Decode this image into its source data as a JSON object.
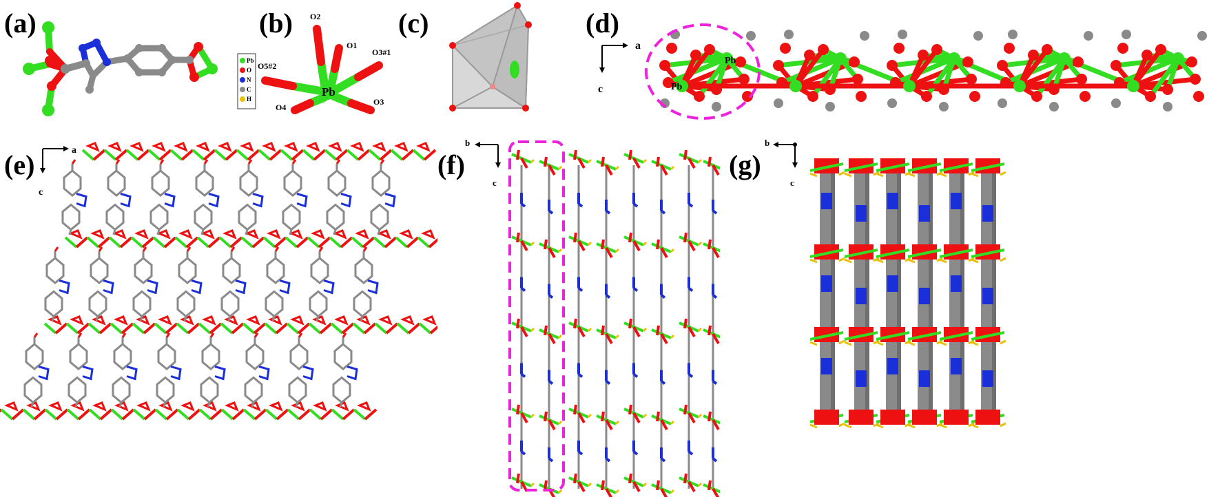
{
  "labels": {
    "a": "(a)",
    "b": "(b)",
    "c": "(c)",
    "d": "(d)",
    "e": "(e)",
    "f": "(f)",
    "g": "(g)"
  },
  "legend": [
    "Pb",
    "O",
    "N",
    "C",
    "H"
  ],
  "atoms_b": {
    "center": "Pb",
    "o2": "O2",
    "o1": "O1",
    "o31": "O3#1",
    "o52": "O5#2",
    "o4": "O4",
    "o3": "O3"
  },
  "atoms_d": {
    "pb1": "Pb",
    "pb2": "Pb"
  },
  "axes": {
    "d": {
      "h": "a",
      "v": "c"
    },
    "e": {
      "h": "a",
      "v": "c"
    },
    "f": {
      "h": "b",
      "v": "c"
    },
    "g": {
      "h": "b",
      "v": "c"
    }
  },
  "colors": {
    "pb": "#33dd22",
    "o": "#ee1111",
    "n": "#1a2fd8",
    "c": "#8a8a8a",
    "h": "#e8c200",
    "highlight": "#ee22dd"
  }
}
